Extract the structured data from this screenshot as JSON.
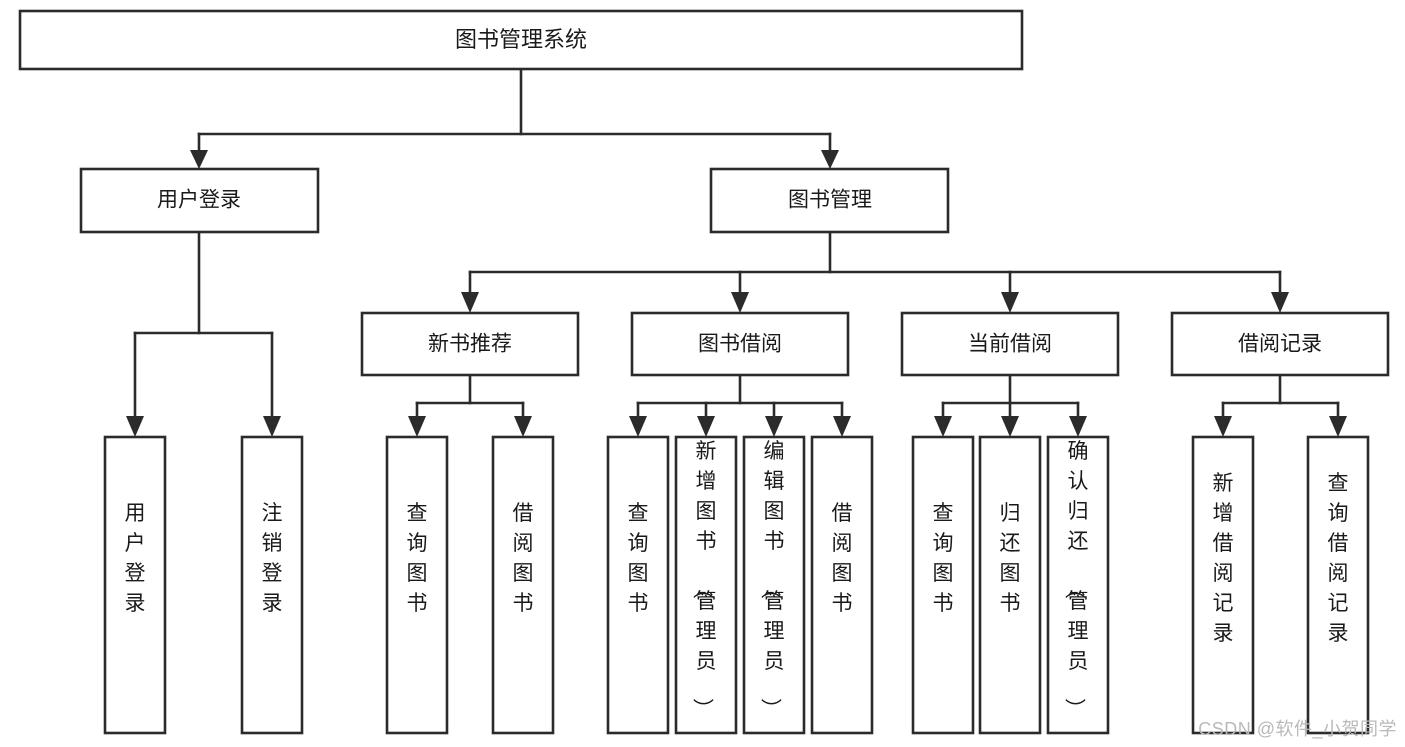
{
  "diagram": {
    "title": "图书管理系统",
    "type": "tree-hierarchy-diagram",
    "watermark": "CSDN @软件_小贺同学",
    "colors": {
      "background": "#ffffff",
      "box_fill": "#ffffff",
      "box_stroke": "#2b2b2b",
      "text": "#1a1a1a",
      "watermark": "#b9b9b9"
    },
    "root": {
      "label": "图书管理系统",
      "name": "root-node"
    },
    "level2": [
      {
        "label": "用户登录",
        "name": "node-user-login"
      },
      {
        "label": "图书管理",
        "name": "node-book-management"
      }
    ],
    "level3": [
      {
        "label": "新书推荐",
        "name": "node-new-book-recommend"
      },
      {
        "label": "图书借阅",
        "name": "node-book-borrow"
      },
      {
        "label": "当前借阅",
        "name": "node-current-borrow"
      },
      {
        "label": "借阅记录",
        "name": "node-borrow-record"
      }
    ],
    "leaves": {
      "user_login": [
        {
          "label": "用户登录",
          "name": "leaf-user-login"
        },
        {
          "label": "注销登录",
          "name": "leaf-user-logout"
        }
      ],
      "new_book_recommend": [
        {
          "label": "查询图书",
          "name": "leaf-query-book-1"
        },
        {
          "label": "借阅图书",
          "name": "leaf-borrow-book-1"
        }
      ],
      "book_borrow": [
        {
          "label": "查询图书",
          "name": "leaf-query-book-2"
        },
        {
          "label": "新增图书（管理员）",
          "name": "leaf-add-book-admin"
        },
        {
          "label": "编辑图书（管理员）",
          "name": "leaf-edit-book-admin"
        },
        {
          "label": "借阅图书",
          "name": "leaf-borrow-book-2"
        }
      ],
      "current_borrow": [
        {
          "label": "查询图书",
          "name": "leaf-query-book-3"
        },
        {
          "label": "归还图书",
          "name": "leaf-return-book"
        },
        {
          "label": "确认归还（管理员）",
          "name": "leaf-confirm-return-admin"
        }
      ],
      "borrow_record": [
        {
          "label": "新增借阅记录",
          "name": "leaf-add-borrow-record"
        },
        {
          "label": "查询借阅记录",
          "name": "leaf-query-borrow-record"
        }
      ]
    }
  }
}
